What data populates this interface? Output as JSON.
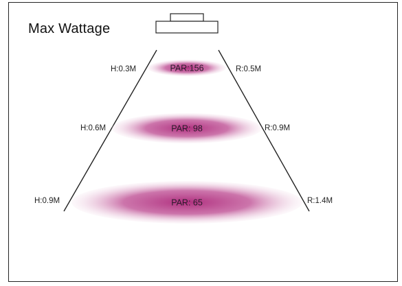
{
  "title": "Max Wattage",
  "colors": {
    "beam": "#b0307f",
    "line": "#222222"
  },
  "rings": [
    {
      "par": "PAR:156",
      "height": "H:0.3M",
      "radius": "R:0.5M"
    },
    {
      "par": "PAR: 98",
      "height": "H:0.6M",
      "radius": "R:0.9M"
    },
    {
      "par": "PAR: 65",
      "height": "H:0.9M",
      "radius": "R:1.4M"
    }
  ]
}
